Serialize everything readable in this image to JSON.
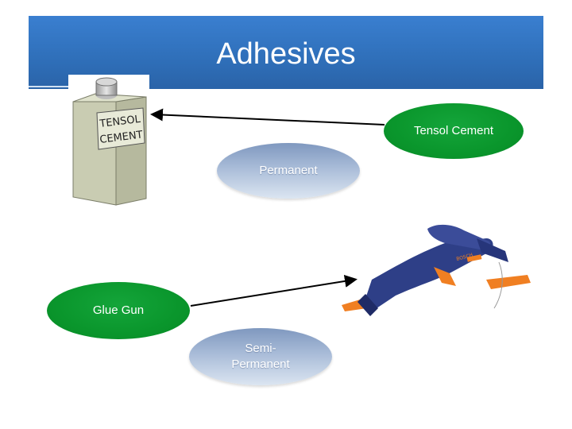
{
  "slide": {
    "title": "Adhesives"
  },
  "labels": {
    "tensol_cement": "Tensol Cement",
    "permanent": "Permanent",
    "glue_gun": "Glue Gun",
    "semi_permanent": "Semi-\nPermanent"
  },
  "illustrations": {
    "can_label_line1": "TENSOL",
    "can_label_line2": "CEMENT",
    "glue_gun_brand": "BOSCH"
  },
  "colors": {
    "title_bar": "#2f6fb9",
    "green_oval": "#0a962c",
    "blue_oval": "#9fb4d4",
    "arrow": "#000000",
    "glue_gun_body": "#2e3f87",
    "glue_gun_accent": "#f07f22"
  }
}
